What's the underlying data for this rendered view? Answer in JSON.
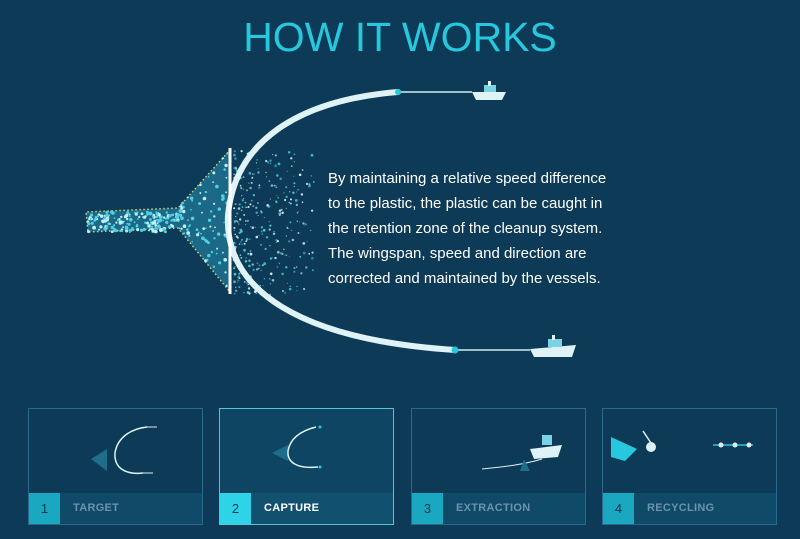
{
  "header": {
    "title": "HOW IT WORKS"
  },
  "description": "By maintaining a relative speed difference to the plastic, the plastic can be caught in the retention zone of the cleanup system. The wingspan, speed and direction are corrected and maintained by the vessels.",
  "colors": {
    "background": "#0c3a57",
    "accent": "#27c8de",
    "barrier": "#dff2f5",
    "plastic": "#4fd0e4"
  },
  "steps": [
    {
      "number": "1",
      "label": "TARGET",
      "active": false
    },
    {
      "number": "2",
      "label": "CAPTURE",
      "active": true
    },
    {
      "number": "3",
      "label": "EXTRACTION",
      "active": false
    },
    {
      "number": "4",
      "label": "RECYCLING",
      "active": false
    }
  ]
}
